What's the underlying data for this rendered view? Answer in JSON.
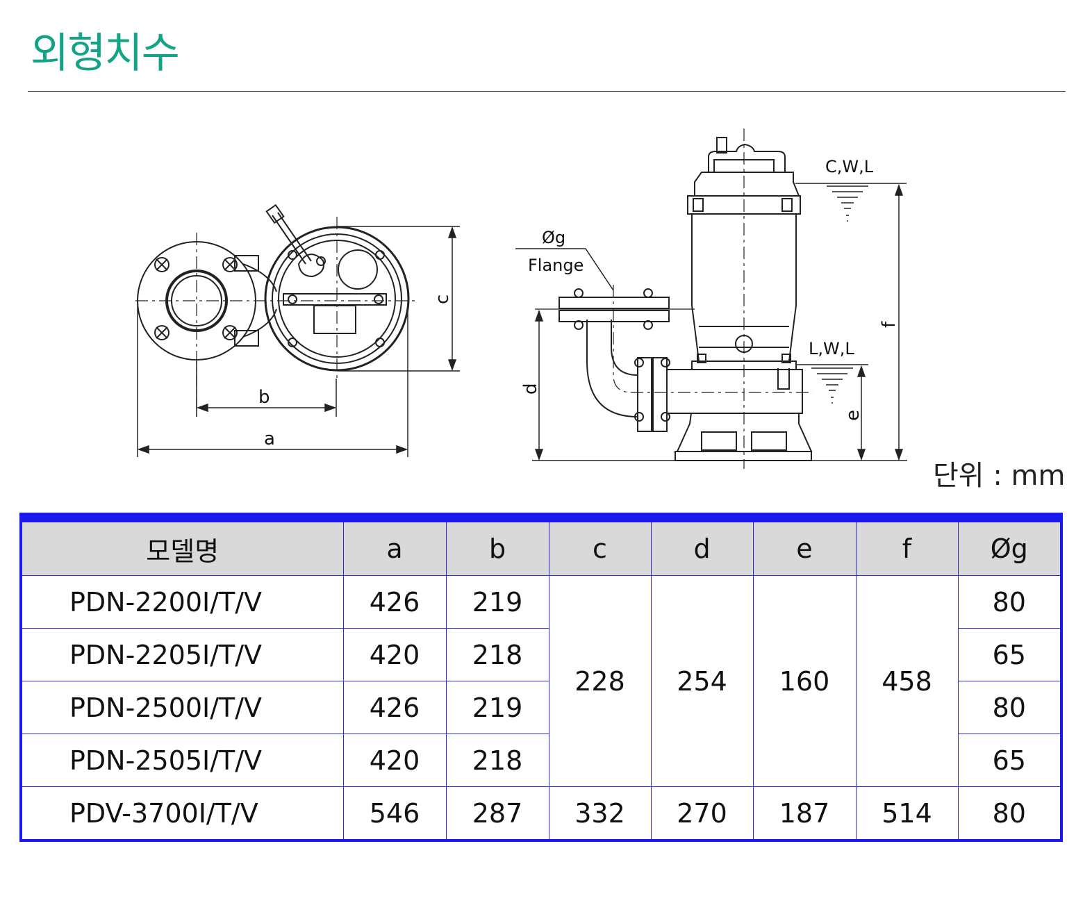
{
  "page": {
    "title": "외형치수",
    "unit_label": "단위 : mm"
  },
  "drawing": {
    "labels": {
      "a": "a",
      "b": "b",
      "c": "c",
      "d": "d",
      "e": "e",
      "f": "f",
      "g": "Øg",
      "flange": "Flange",
      "cwl": "C,W,L",
      "lwl": "L,W,L"
    }
  },
  "table": {
    "headers": [
      "모델명",
      "a",
      "b",
      "c",
      "d",
      "e",
      "f",
      "Øg"
    ],
    "rows": [
      {
        "model": "PDN-2200I/T/V",
        "a": "426",
        "b": "219",
        "g": "80"
      },
      {
        "model": "PDN-2205I/T/V",
        "a": "420",
        "b": "218",
        "g": "65"
      },
      {
        "model": "PDN-2500I/T/V",
        "a": "426",
        "b": "219",
        "g": "80"
      },
      {
        "model": "PDN-2505I/T/V",
        "a": "420",
        "b": "218",
        "g": "65"
      },
      {
        "model": "PDV-3700I/T/V",
        "a": "546",
        "b": "287",
        "c": "332",
        "d": "270",
        "e": "187",
        "f": "514",
        "g": "80"
      }
    ],
    "shared": {
      "c": "228",
      "d": "254",
      "e": "160",
      "f": "458"
    }
  }
}
